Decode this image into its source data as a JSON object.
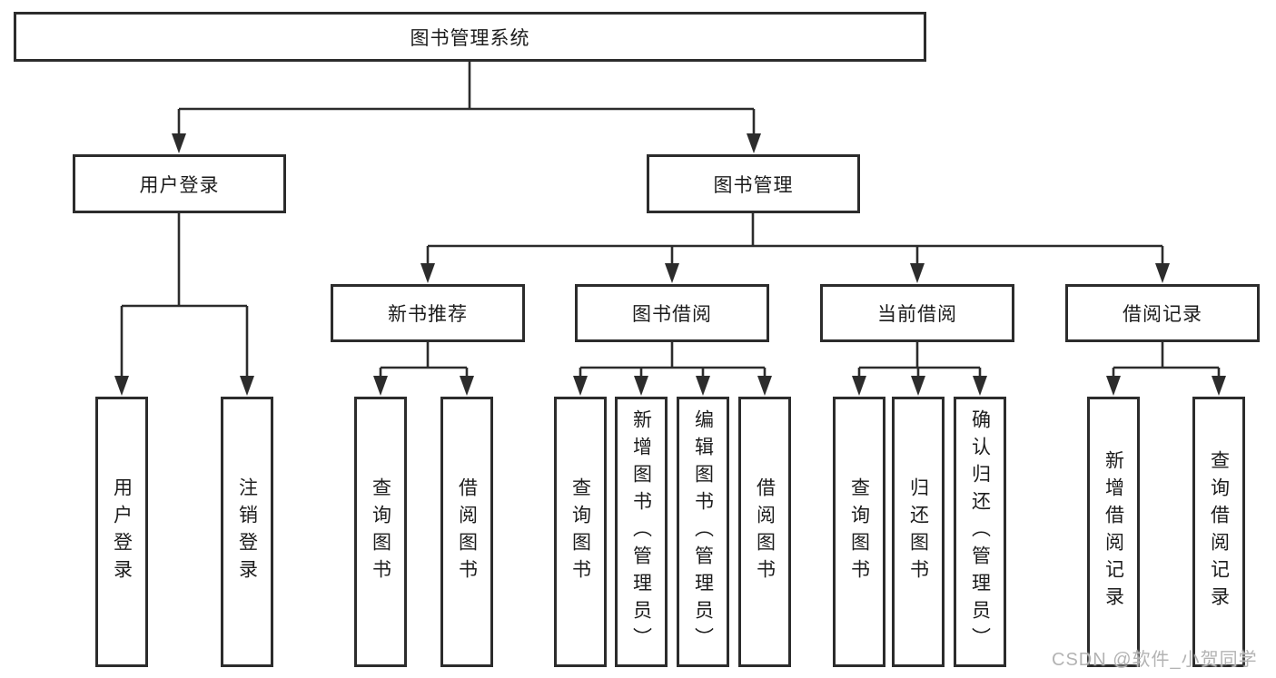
{
  "tree": {
    "root": {
      "label": "图书管理系统"
    },
    "level2": [
      {
        "label": "用户登录",
        "children": [
          {
            "label": "用户登录"
          },
          {
            "label": "注销登录"
          }
        ]
      },
      {
        "label": "图书管理",
        "children": [
          {
            "label": "新书推荐",
            "children": [
              {
                "label": "查询图书"
              },
              {
                "label": "借阅图书"
              }
            ]
          },
          {
            "label": "图书借阅",
            "children": [
              {
                "label": "查询图书"
              },
              {
                "label": "新增图书（管理员）"
              },
              {
                "label": "编辑图书（管理员）"
              },
              {
                "label": "借阅图书"
              }
            ]
          },
          {
            "label": "当前借阅",
            "children": [
              {
                "label": "查询图书"
              },
              {
                "label": "归还图书"
              },
              {
                "label": "确认归还（管理员）"
              }
            ]
          },
          {
            "label": "借阅记录",
            "children": [
              {
                "label": "新增借阅记录"
              },
              {
                "label": "查询借阅记录"
              }
            ]
          }
        ]
      }
    ]
  },
  "watermark": {
    "text": "CSDN @软件_小贺同学"
  },
  "colors": {
    "line": "#2c2c2c",
    "box_border": "#2c2c2c",
    "text": "#1c1c1c",
    "watermark": "#b3b3b3",
    "background": "#ffffff"
  }
}
